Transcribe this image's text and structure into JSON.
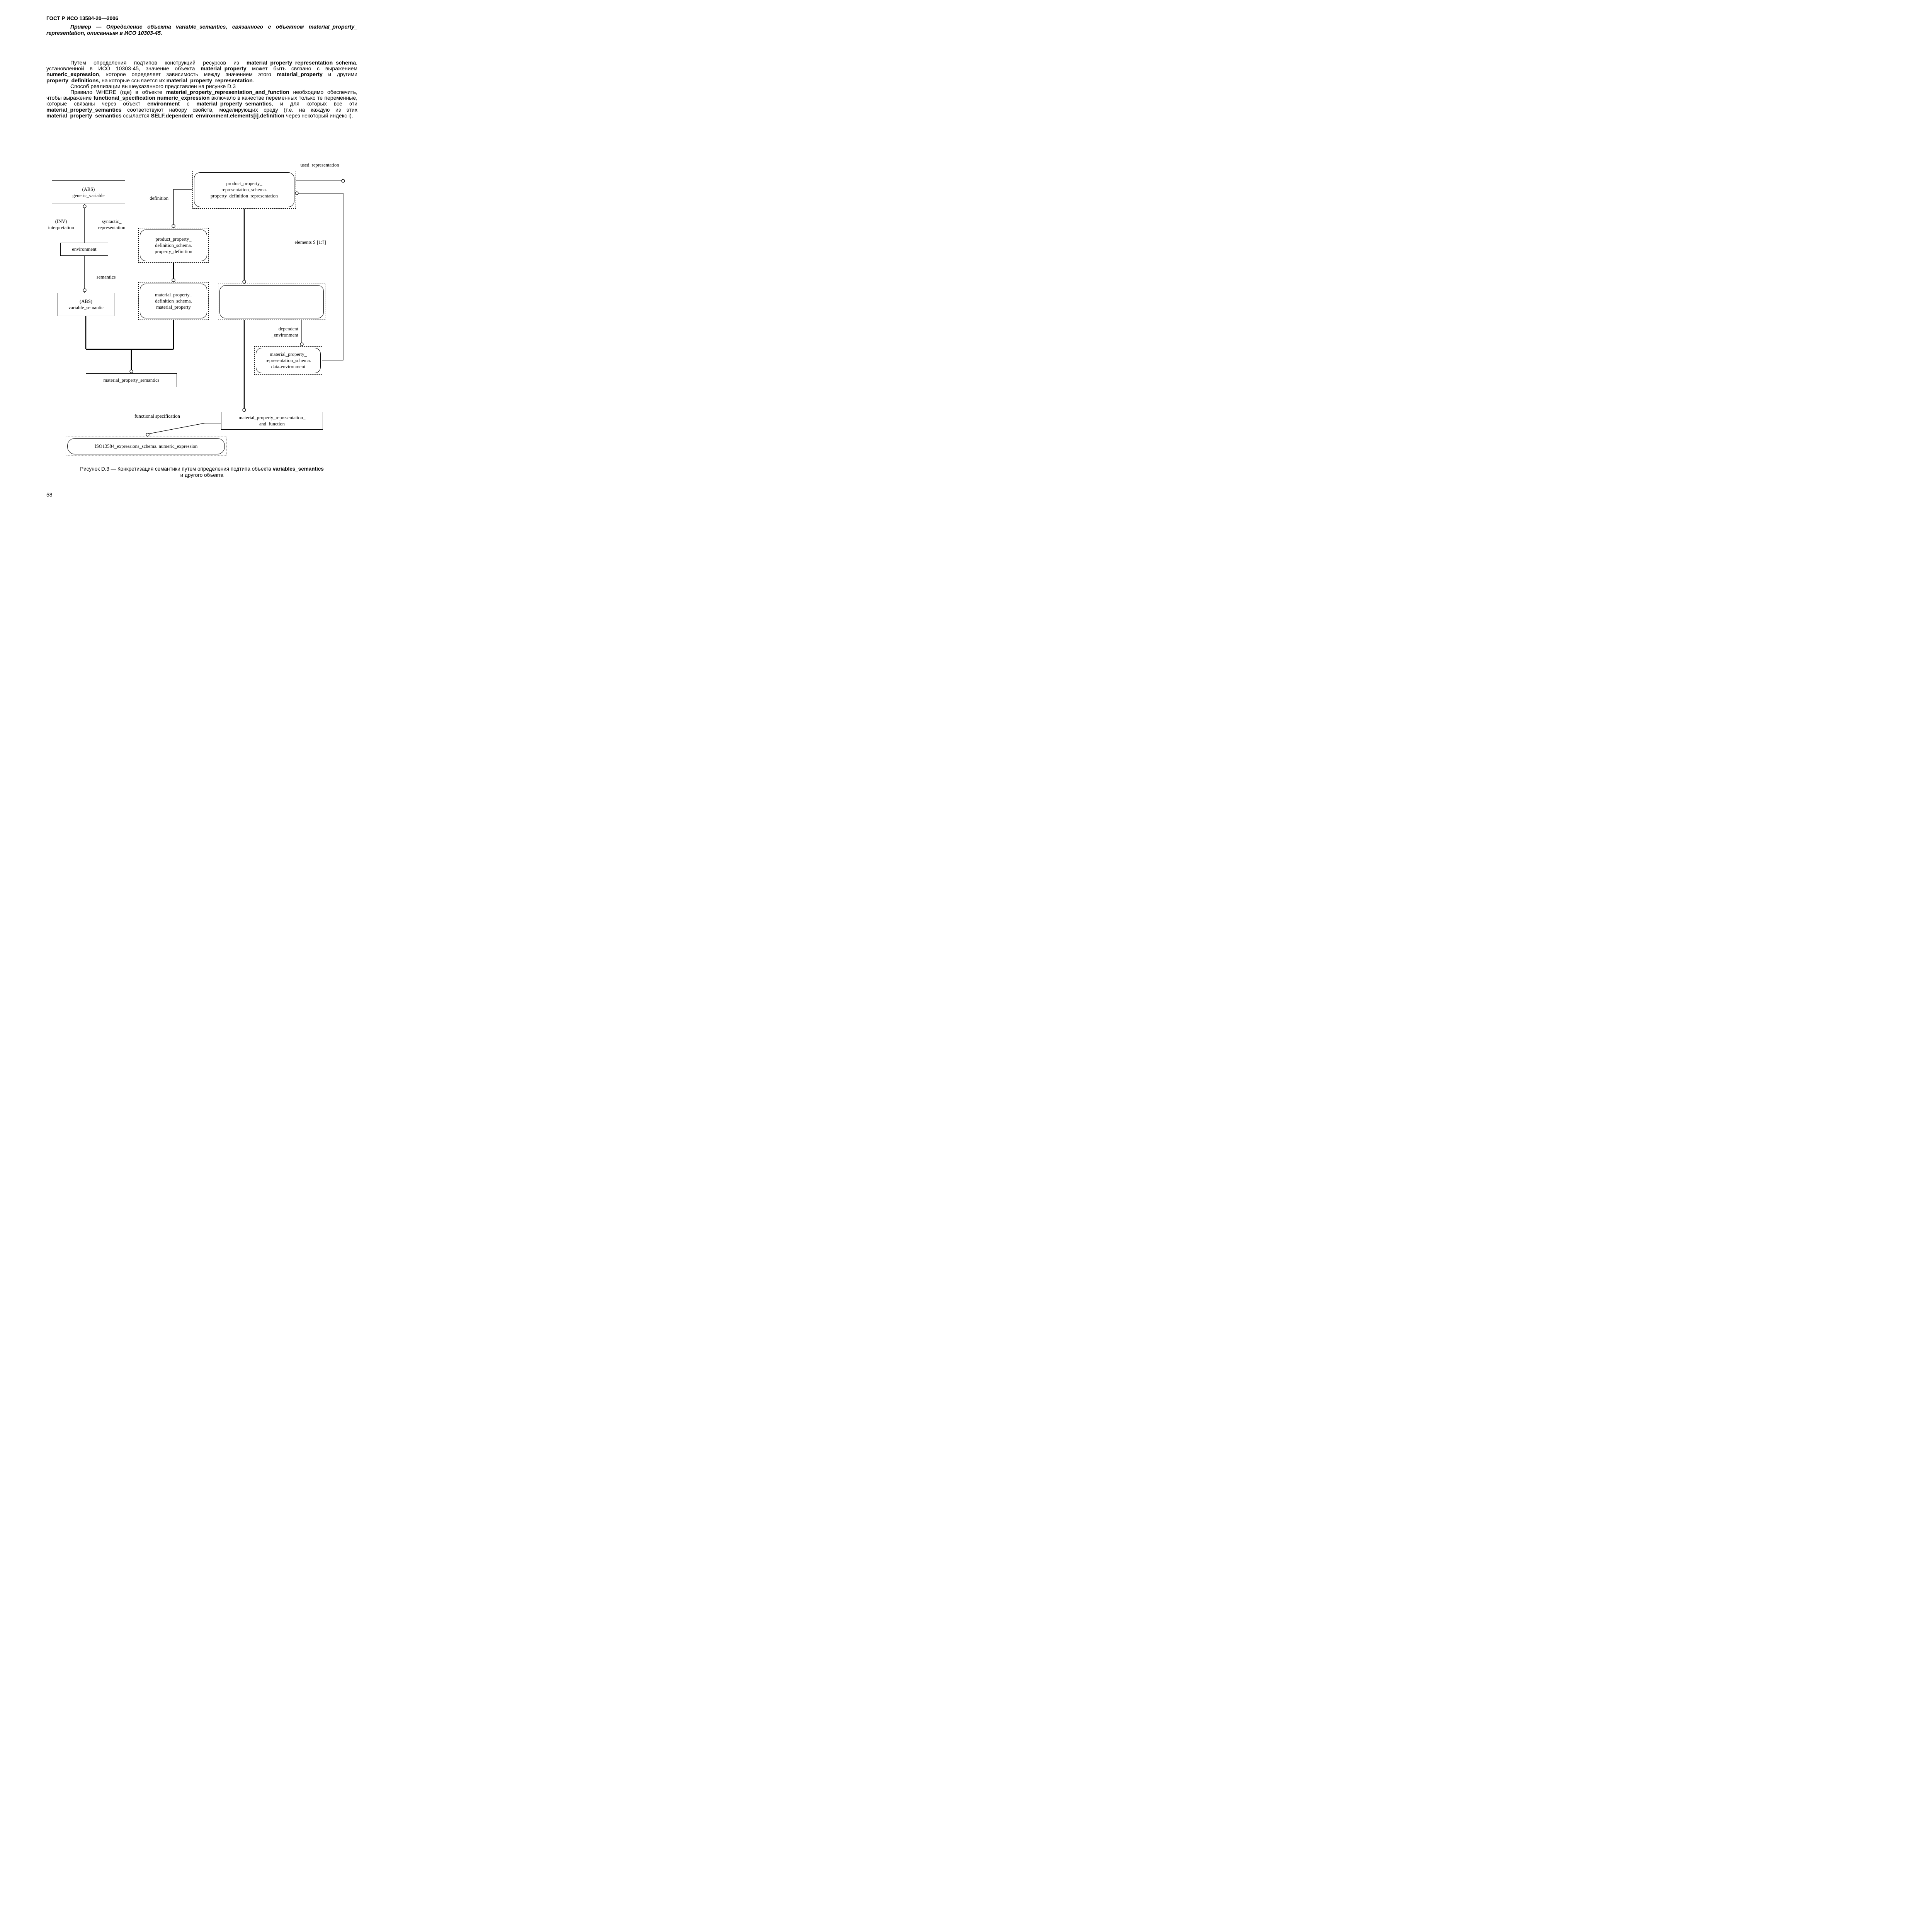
{
  "header": {
    "title": "ГОСТ Р ИСО 13584-20—2006"
  },
  "example": {
    "text": "Пример — Определение объекта variable_semantics, связанного с объектом material_property_ representation, описанным в ИСО 10303-45."
  },
  "paragraphs": {
    "p1": [
      {
        "t": "Путем определения подтипов конструкций ресурсов из "
      },
      {
        "t": "material_property_representation_schema",
        "b": true
      },
      {
        "t": ", установленной в ИСО 10303-45, значение объекта "
      },
      {
        "t": "material_property",
        "b": true
      },
      {
        "t": " может быть связано с выражением "
      },
      {
        "t": "numeric_expression",
        "b": true
      },
      {
        "t": ", которое определяет зависимость между значением этого "
      },
      {
        "t": "material_property",
        "b": true
      },
      {
        "t": " и другими "
      },
      {
        "t": "property_definitions",
        "b": true
      },
      {
        "t": ", на которые ссылается их "
      },
      {
        "t": "material_property_representation",
        "b": true
      },
      {
        "t": "."
      }
    ],
    "p2": [
      {
        "t": "Способ реализации вышеуказанного представлен на рисунке D.3"
      }
    ],
    "p3": [
      {
        "t": "Правило WHERE (где) в объекте "
      },
      {
        "t": "material_property_representation_and_function",
        "b": true
      },
      {
        "t": " необходимо обеспечить, чтобы выражение "
      },
      {
        "t": "functional_specification numeric_expression",
        "b": true
      },
      {
        "t": " включало в качестве переменных только те переменные, которые связаны через объект "
      },
      {
        "t": "environment",
        "b": true
      },
      {
        "t": " с "
      },
      {
        "t": "material_property_semantics",
        "b": true
      },
      {
        "t": ", и для которых все эти "
      },
      {
        "t": "material_property_semantics",
        "b": true
      },
      {
        "t": " соответствуют набору свойств, моделирующих среду (т.е. на каждую из этих "
      },
      {
        "t": "material_property_semantics",
        "b": true
      },
      {
        "t": " ссылается "
      },
      {
        "t": "SELF.dependent_environment.elements[i].definition",
        "b": true
      },
      {
        "t": " через некоторый индекс i)."
      }
    ]
  },
  "figure": {
    "nodes": {
      "generic_variable": "(ABS)\ngeneric_variable",
      "environment": "environment",
      "variable_semantic": "(ABS)\nvariable_semantic",
      "material_property_semantics": "material_property_semantics",
      "mpr_and_function": "material_property_representation_\nand_function",
      "ppr": "product_property_\nrepresentation_schema.\nproperty_definition_representation",
      "ppd": "product_property_\ndefinition_schema.\nproperty_definition",
      "mpd": "material_property_\ndefinition_schema.\nmaterial_property",
      "data_environment": "material_property_\nrepresentation_schema.\ndata-environment",
      "iso_expression": "ISO13584_expressions_schema. numeric_expression"
    },
    "labels": {
      "used_representation": "used_representation",
      "definition": "definition",
      "inv_interpretation": "(INV)\ninterpretation",
      "syntactic_representation": "syntactic_\nrepresentation",
      "semantics": "semantics",
      "elements": "elements S [1:?]",
      "dependent_environment": "dependent\n_environment",
      "functional_specification": "functional  specification"
    },
    "caption_line1": [
      {
        "t": "Рисунок D.3 — Конкретизация семантики путем определения подтипа объекта "
      },
      {
        "t": "variables_semantics",
        "b": true
      }
    ],
    "caption_line2": "и другого объекта"
  },
  "footer": {
    "page_number": "58"
  }
}
